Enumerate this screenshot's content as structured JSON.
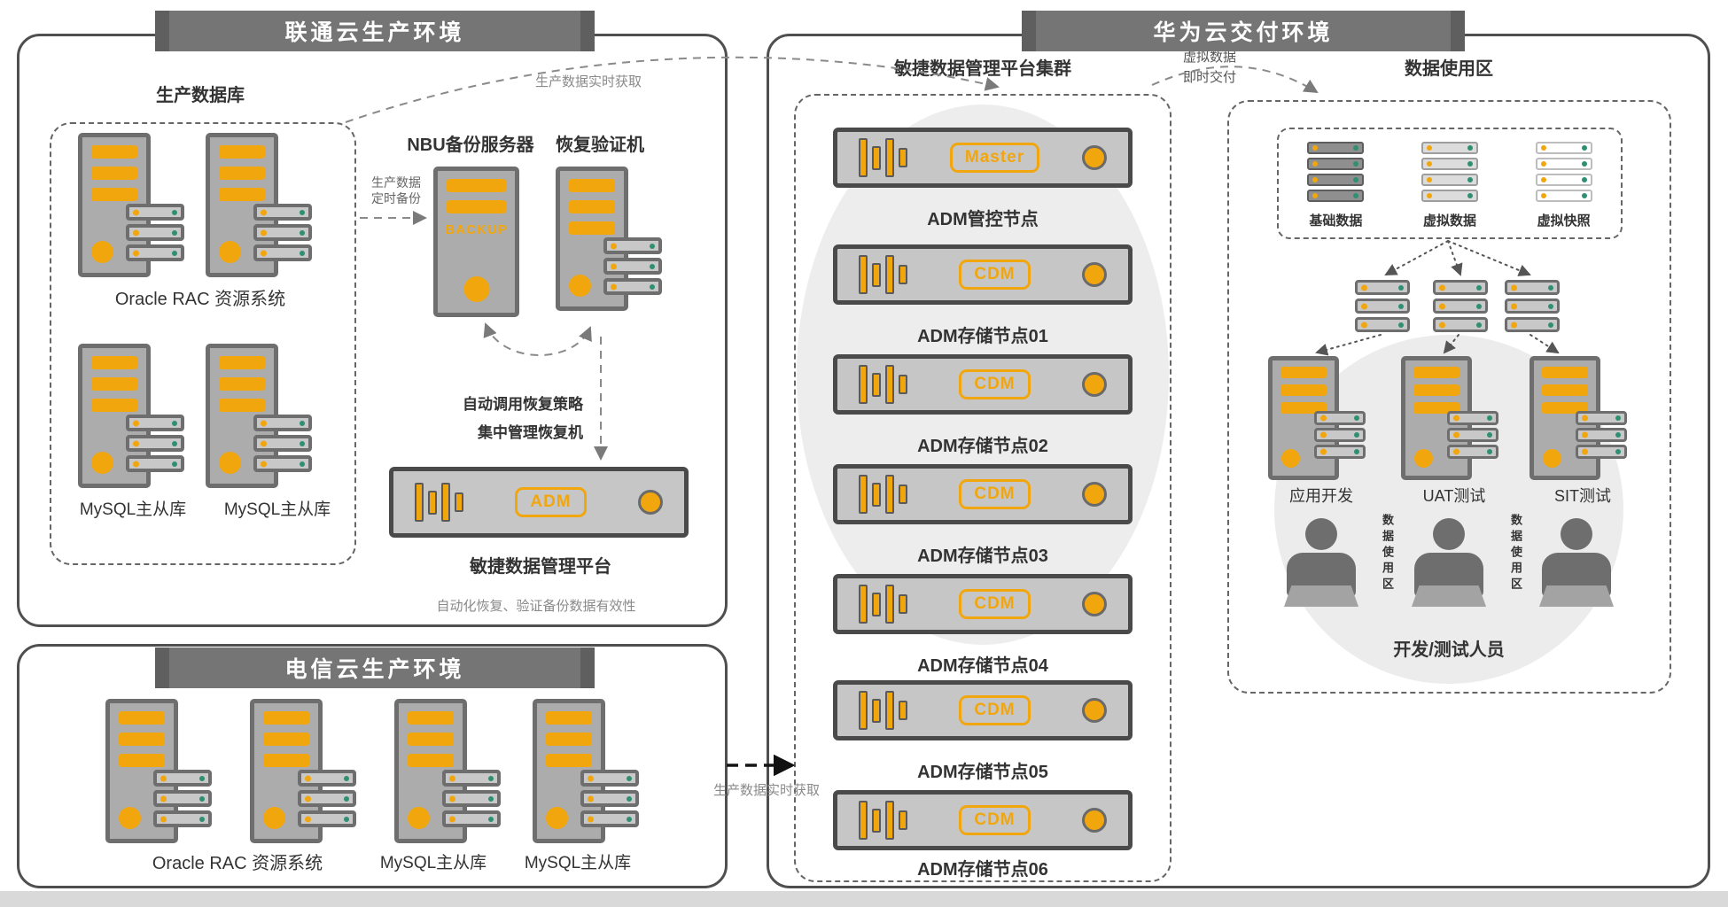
{
  "colors": {
    "accent": "#F2A60E",
    "title_bar": "#757575",
    "teal_dot": "#2E8F72"
  },
  "unicom": {
    "title": "联通云生产环境",
    "prod_db_label": "生产数据库",
    "oracle_label": "Oracle RAC 资源系统",
    "mysql_label_1": "MySQL主从库",
    "mysql_label_2": "MySQL主从库",
    "realtime_fetch_label": "生产数据实时获取",
    "nbu_label": "NBU备份服务器",
    "backup_text": "BACKUP",
    "recovery_label": "恢复验证机",
    "scheduled_backup_line1": "生产数据",
    "scheduled_backup_line2": "定时备份",
    "auto_recovery_policy": "自动调用恢复策略",
    "central_recovery": "集中管理恢复机",
    "adm_badge": "ADM",
    "adm_platform_label": "敏捷数据管理平台",
    "bottom_note": "自动化恢复、验证备份数据有效性"
  },
  "telecom": {
    "title": "电信云生产环境",
    "oracle_label": "Oracle RAC 资源系统",
    "mysql_label_1": "MySQL主从库",
    "mysql_label_2": "MySQL主从库"
  },
  "huawei": {
    "title": "华为云交付环境",
    "cluster_label": "敏捷数据管理平台集群",
    "delivery_line1": "虚拟数据",
    "delivery_line2": "即时交付",
    "usage_title": "数据使用区",
    "realtime_fetch_label": "生产数据实时获取",
    "nodes": [
      {
        "badge": "Master",
        "label": "ADM管控节点"
      },
      {
        "badge": "CDM",
        "label": "ADM存储节点01"
      },
      {
        "badge": "CDM",
        "label": "ADM存储节点02"
      },
      {
        "badge": "CDM",
        "label": "ADM存储节点03"
      },
      {
        "badge": "CDM",
        "label": "ADM存储节点04"
      },
      {
        "badge": "CDM",
        "label": "ADM存储节点05"
      },
      {
        "badge": "CDM",
        "label": "ADM存储节点06"
      }
    ],
    "data_types": [
      "基础数据",
      "虚拟数据",
      "虚拟快照"
    ],
    "env_labels": [
      "应用开发",
      "UAT测试",
      "SIT测试"
    ],
    "vertical_label": "数据使用区",
    "personnel_label": "开发/测试人员"
  }
}
